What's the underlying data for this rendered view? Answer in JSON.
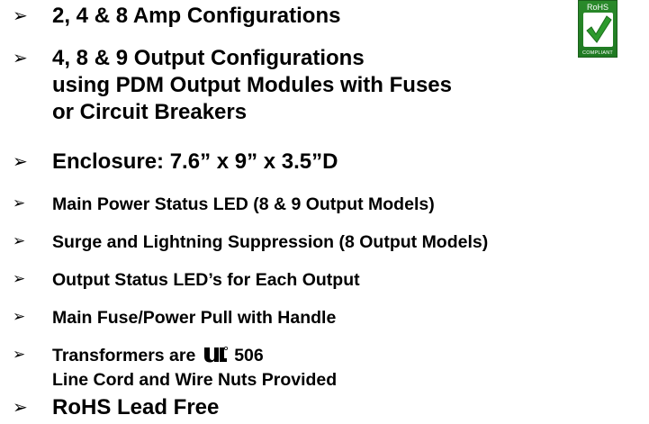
{
  "bullet_glyph": "➢",
  "items": [
    {
      "lines": [
        "2, 4 & 8 Amp Configurations"
      ]
    },
    {
      "lines": [
        "4, 8 & 9 Output Configurations",
        "using PDM Output Modules with Fuses",
        "or Circuit Breakers"
      ]
    },
    {
      "lines": [
        "Enclosure: 7.6” x 9” x 3.5”D"
      ]
    },
    {
      "lines": [
        "Main Power Status LED (8 & 9 Output Models)"
      ]
    },
    {
      "lines": [
        "Surge and Lightning Suppression (8 Output Models)"
      ]
    },
    {
      "lines": [
        "Output Status LED’s for Each Output"
      ]
    },
    {
      "lines": [
        "Main Fuse/Power Pull with Handle"
      ]
    },
    {
      "line1_before": "Transformers are",
      "line1_after": "506",
      "line2": "Line Cord and Wire Nuts Provided"
    },
    {
      "lines": [
        "RoHS Lead Free"
      ]
    }
  ],
  "rohs_badge": {
    "top_text": "RoHS",
    "bottom_text": "COMPLIANT",
    "color": "#1f7a22"
  },
  "ul_mark": {
    "icon": "ul-listed-icon",
    "color": "#000000"
  }
}
